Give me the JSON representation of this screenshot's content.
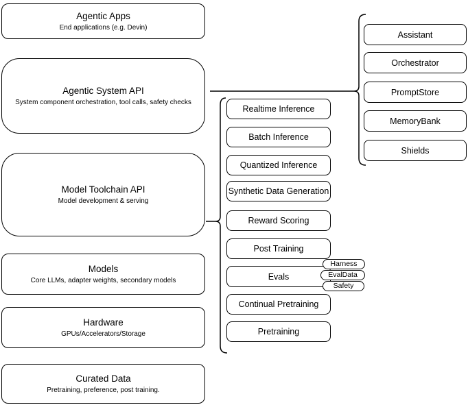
{
  "diagram": {
    "layers": [
      {
        "title": "Agentic Apps",
        "subtitle": "End applications (e.g. Devin)"
      },
      {
        "title": "Agentic System API",
        "subtitle": "System component orchestration, tool calls, safety checks"
      },
      {
        "title": "Model Toolchain API",
        "subtitle": "Model development & serving"
      },
      {
        "title": "Models",
        "subtitle": "Core LLMs, adapter weights, secondary models"
      },
      {
        "title": "Hardware",
        "subtitle": "GPUs/Accelerators/Storage"
      },
      {
        "title": "Curated Data",
        "subtitle": "Pretraining, preference, post training."
      }
    ],
    "model_toolchain_items": [
      "Realtime Inference",
      "Batch Inference",
      "Quantized Inference",
      "Synthetic Data Generation",
      "Reward Scoring",
      "Post Training",
      "Evals",
      "Continual Pretraining",
      "Pretraining"
    ],
    "evals_badges": [
      "Harness",
      "EvalData",
      "Safety"
    ],
    "agentic_system_components": [
      "Assistant",
      "Orchestrator",
      "PromptStore",
      "MemoryBank",
      "Shields"
    ],
    "colors": {
      "stroke": "#000000",
      "background": "#ffffff",
      "text": "#000000"
    }
  }
}
